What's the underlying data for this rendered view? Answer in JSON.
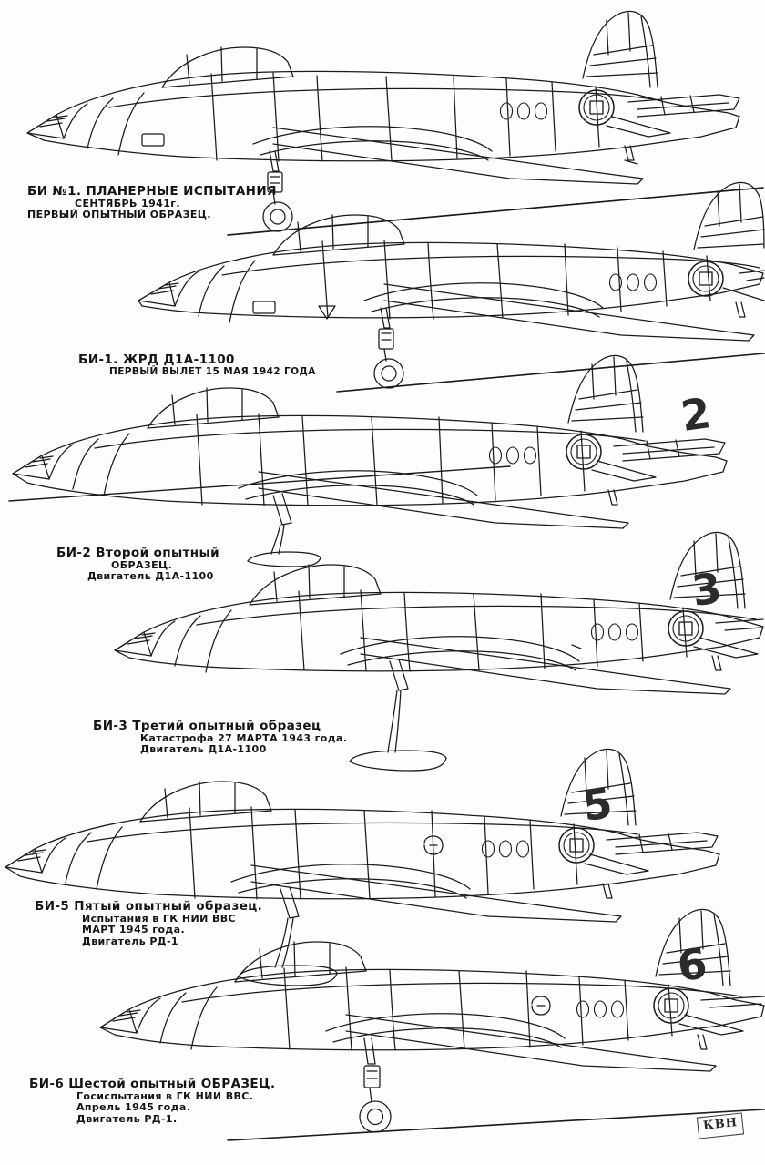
{
  "sheet": {
    "title": "BI rocket fighter prototype side-view drawings",
    "background_color": "#fdfdfb",
    "ink_color": "#1a1a1a"
  },
  "signature": {
    "monogram": "КВН"
  },
  "aircraft": [
    {
      "id": "bi-1-glider",
      "designation": "БИ №1.",
      "fin_number": "",
      "caption_lines": [
        "БИ №1.    ПЛАНЕРНЫЕ ИСПЫТАНИЯ",
        "СЕНТЯБРЬ  1941г.",
        "ПЕРВЫЙ  ОПЫТНЫЙ  ОБРАЗЕЦ.",
        ""
      ],
      "gear": "wheel",
      "engine": ""
    },
    {
      "id": "bi-1",
      "designation": "БИ-1.",
      "fin_number": "",
      "caption_lines": [
        "БИ-1.    ЖРД  Д1А-1100",
        "ПЕРВЫЙ  ВЫЛЕТ  15 МАЯ 1942 ГОДА",
        "",
        ""
      ],
      "gear": "wheel",
      "engine": "ЖРД Д1А-1100"
    },
    {
      "id": "bi-2",
      "designation": "БИ-2",
      "fin_number": "2",
      "caption_lines": [
        "БИ-2  Второй опытный",
        "ОБРАЗЕЦ.",
        "Двигатель Д1А-1100",
        ""
      ],
      "gear": "ski",
      "engine": "Двигатель Д1А-1100"
    },
    {
      "id": "bi-3",
      "designation": "БИ-3",
      "fin_number": "3",
      "caption_lines": [
        "БИ-3   Третий  опытный  образец",
        "Катастрофа  27 МАРТА 1943 года.",
        "Двигатель  Д1А-1100",
        ""
      ],
      "gear": "ski",
      "engine": "Двигатель Д1А-1100"
    },
    {
      "id": "bi-5",
      "designation": "БИ-5",
      "fin_number": "5",
      "caption_lines": [
        "БИ-5  Пятый опытный образец.",
        "Испытания  в ГК НИИ ВВС",
        "МАРТ  1945 года.",
        "Двигатель  РД-1"
      ],
      "gear": "ski",
      "engine": "Двигатель РД-1"
    },
    {
      "id": "bi-6",
      "designation": "БИ-6",
      "fin_number": "6",
      "caption_lines": [
        "БИ-6  Шестой  опытный  ОБРАЗЕЦ.",
        "Госиспытания  в ГК НИИ ВВС.",
        "Апрель  1945 года.",
        "Двигатель  РД-1."
      ],
      "gear": "wheel",
      "engine": "Двигатель РД-1"
    }
  ]
}
